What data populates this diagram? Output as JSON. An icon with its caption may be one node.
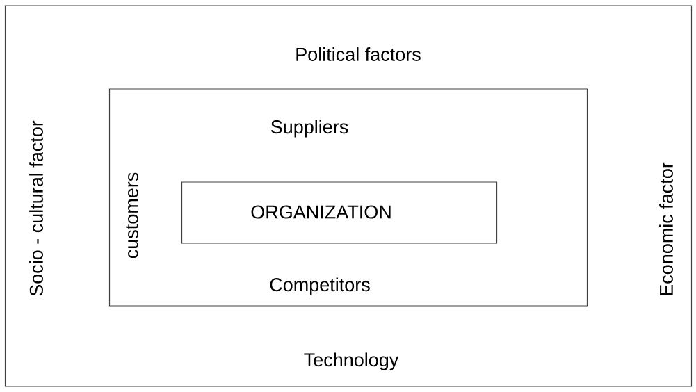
{
  "diagram": {
    "nodes": [
      {
        "text": [
          "Political factors",
          "Socio - cultural factor",
          "Economic factor",
          "Technology"
        ]
      },
      {
        "text": [
          "Suppliers",
          "customers",
          "Competitors"
        ],
        "in": 0
      },
      {
        "text": [
          "ORGANIZATION"
        ],
        "in": 1
      }
    ]
  }
}
